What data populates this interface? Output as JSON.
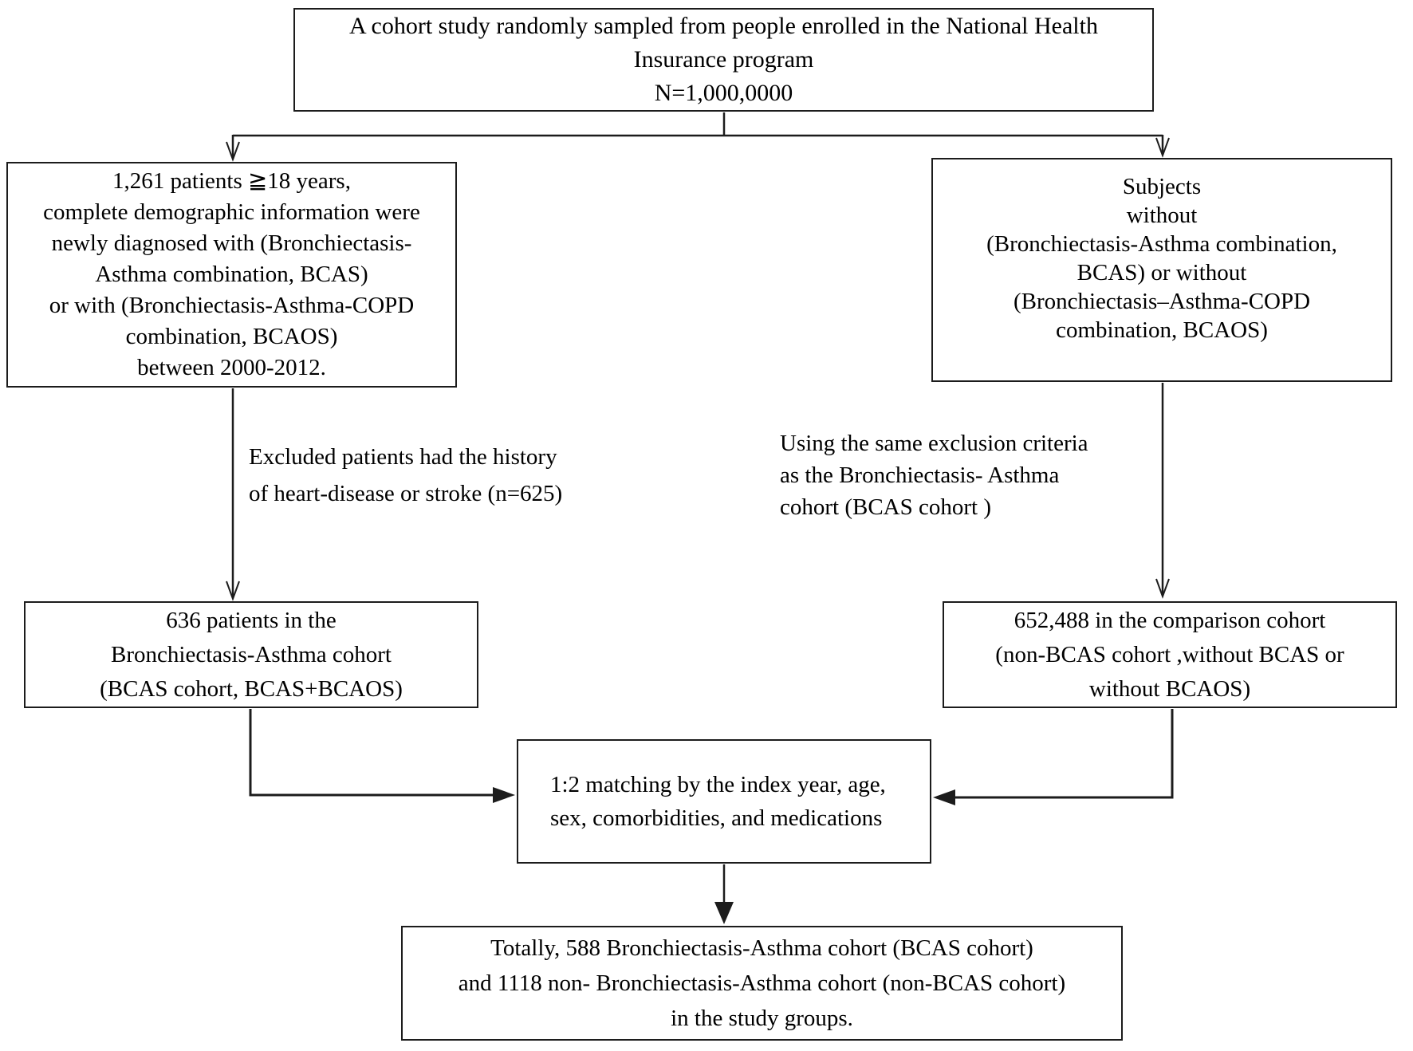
{
  "diagram": {
    "title": "Study cohort selection flowchart",
    "colors": {
      "line": "#1c1c1c",
      "text": "#000000",
      "background": "#ffffff"
    },
    "boxes": {
      "top": {
        "text": "A cohort study randomly sampled from people enrolled in the National Health\nInsurance program\nN=1,000,0000"
      },
      "left_cohort": {
        "text": "1,261 patients ≧18 years,\ncomplete demographic information were\nnewly diagnosed with (Bronchiectasis-\nAsthma combination, BCAS)\nor with (Bronchiectasis-Asthma-COPD\ncombination, BCAOS)\nbetween 2000-2012."
      },
      "right_cohort": {
        "text": "Subjects\nwithout\n(Bronchiectasis-Asthma combination,\nBCAS) or without\n(Bronchiectasis–Asthma-COPD\ncombination, BCAOS)"
      },
      "left_result": {
        "text": "636 patients in the\nBronchiectasis-Asthma cohort\n(BCAS cohort, BCAS+BCAOS)"
      },
      "right_result": {
        "text": "652,488 in the comparison cohort\n(non-BCAS cohort ,without BCAS or\nwithout BCAOS)"
      },
      "matching": {
        "text": "1:2 matching by the index year, age,\nsex, comorbidities, and medications"
      },
      "final": {
        "text": "Totally, 588 Bronchiectasis-Asthma cohort (BCAS cohort)\nand 1118 non- Bronchiectasis-Asthma cohort (non-BCAS cohort)\nin the study groups."
      }
    },
    "labels": {
      "left_exclusion": {
        "text": "Excluded patients had the history\nof heart-disease or stroke (n=625)"
      },
      "right_exclusion": {
        "text": "Using the same exclusion criteria\nas the Bronchiectasis- Asthma\ncohort (BCAS cohort )"
      }
    }
  }
}
